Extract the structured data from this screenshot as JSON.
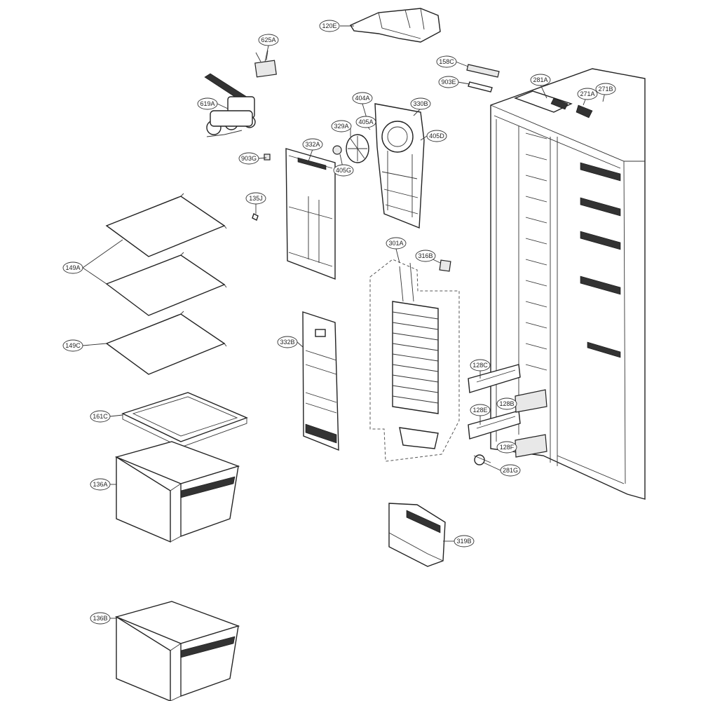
{
  "diagram": {
    "labels": [
      {
        "id": "l-120E",
        "text": "120E"
      },
      {
        "id": "l-625A",
        "text": "625A"
      },
      {
        "id": "l-158C",
        "text": "158C"
      },
      {
        "id": "l-903E",
        "text": "903E"
      },
      {
        "id": "l-281A",
        "text": "281A"
      },
      {
        "id": "l-271A",
        "text": "271A"
      },
      {
        "id": "l-271B",
        "text": "271B"
      },
      {
        "id": "l-619A",
        "text": "619A"
      },
      {
        "id": "l-404A",
        "text": "404A"
      },
      {
        "id": "l-330B",
        "text": "330B"
      },
      {
        "id": "l-405A",
        "text": "405A"
      },
      {
        "id": "l-329A",
        "text": "329A"
      },
      {
        "id": "l-405D",
        "text": "405D"
      },
      {
        "id": "l-332A",
        "text": "332A"
      },
      {
        "id": "l-903G",
        "text": "903G"
      },
      {
        "id": "l-405G",
        "text": "405G"
      },
      {
        "id": "l-135J",
        "text": "135J"
      },
      {
        "id": "l-301A",
        "text": "301A"
      },
      {
        "id": "l-316B",
        "text": "316B"
      },
      {
        "id": "l-149A",
        "text": "149A"
      },
      {
        "id": "l-332B",
        "text": "332B"
      },
      {
        "id": "l-149C",
        "text": "149C"
      },
      {
        "id": "l-128C",
        "text": "128C"
      },
      {
        "id": "l-128B",
        "text": "128B"
      },
      {
        "id": "l-128E",
        "text": "128E"
      },
      {
        "id": "l-161C",
        "text": "161C"
      },
      {
        "id": "l-128F",
        "text": "128F"
      },
      {
        "id": "l-281G",
        "text": "281G"
      },
      {
        "id": "l-136A",
        "text": "136A"
      },
      {
        "id": "l-319B",
        "text": "319B"
      },
      {
        "id": "l-136B",
        "text": "136B"
      }
    ]
  }
}
